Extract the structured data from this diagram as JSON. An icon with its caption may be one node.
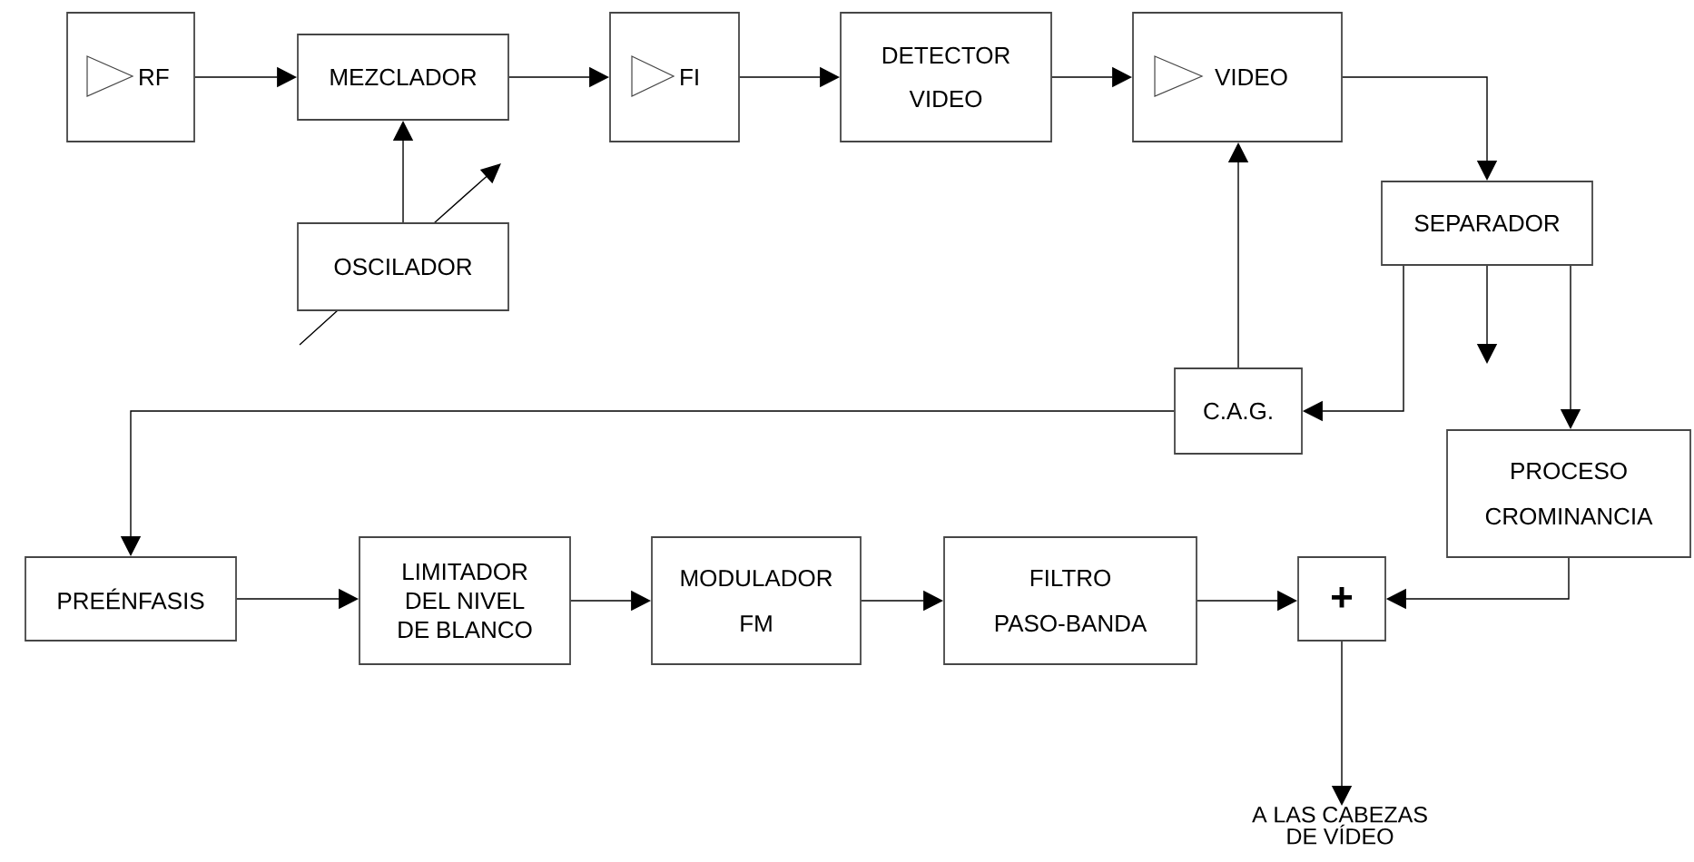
{
  "diagram": {
    "nodes": [
      {
        "text": [
          "RF"
        ]
      },
      {
        "text": [
          "MEZCLADOR"
        ]
      },
      {
        "text": [
          "OSCILADOR"
        ]
      },
      {
        "text": [
          "FI"
        ]
      },
      {
        "text": [
          "DETECTOR VIDEO"
        ]
      },
      {
        "text": [
          "VIDEO"
        ]
      },
      {
        "text": [
          "SEPARADOR"
        ]
      },
      {
        "text": [
          "C.A.G."
        ]
      },
      {
        "text": [
          "PROCESO CROMINANCIA"
        ]
      },
      {
        "text": [
          "PREÉNFASIS"
        ]
      },
      {
        "text": [
          "LIMITADOR DEL NIVEL DE BLANCO"
        ]
      },
      {
        "text": [
          "MODULADOR FM"
        ]
      },
      {
        "text": [
          "FILTRO PASO-BANDA"
        ]
      },
      {
        "text": [
          "+"
        ]
      },
      {
        "text": [
          "A LAS CABEZAS DE VÍDEO"
        ]
      }
    ],
    "edges": [
      {
        "from": 0,
        "to": 1,
        "arrow": "to"
      },
      {
        "from": 2,
        "to": 1,
        "arrow": "to"
      },
      {
        "from": 1,
        "to": 3,
        "arrow": "to"
      },
      {
        "from": 3,
        "to": 4,
        "arrow": "to"
      },
      {
        "from": 4,
        "to": 5,
        "arrow": "to"
      },
      {
        "from": 5,
        "to": 6,
        "arrow": "to"
      },
      {
        "from": 6,
        "to": null,
        "arrow": "to"
      },
      {
        "from": 6,
        "to": 7,
        "arrow": "to"
      },
      {
        "from": 6,
        "to": 8,
        "arrow": "to"
      },
      {
        "from": 7,
        "to": 5,
        "arrow": "to"
      },
      {
        "from": 7,
        "to": 9,
        "arrow": "to"
      },
      {
        "from": 9,
        "to": 10,
        "arrow": "to"
      },
      {
        "from": 10,
        "to": 11,
        "arrow": "to"
      },
      {
        "from": 11,
        "to": 12,
        "arrow": "to"
      },
      {
        "from": 12,
        "to": 13,
        "arrow": "to"
      },
      {
        "from": 8,
        "to": 13,
        "arrow": "to"
      },
      {
        "from": 13,
        "to": 14,
        "arrow": "to"
      }
    ]
  }
}
